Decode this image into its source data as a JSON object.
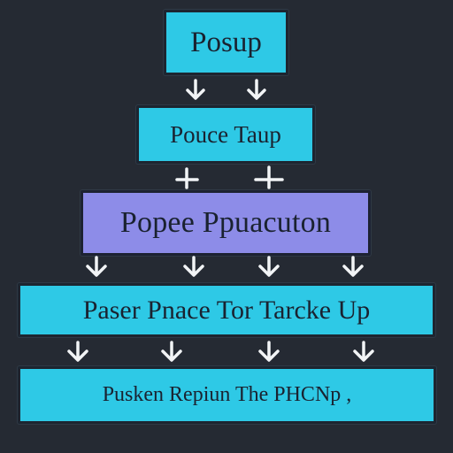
{
  "diagram": {
    "levels": [
      {
        "label": "Posup"
      },
      {
        "label": "Pouce Taup"
      },
      {
        "label": "Popee Ppuacuton"
      },
      {
        "label": "Paser Pnace Tor Tarcke Up"
      },
      {
        "label": "Pusken Repiun The PHCNp ,"
      }
    ]
  },
  "colors": {
    "background": "#252a33",
    "box_cyan": "#2ec9e6",
    "box_violet": "#8d8ce8",
    "arrow": "#f2f4f6"
  }
}
